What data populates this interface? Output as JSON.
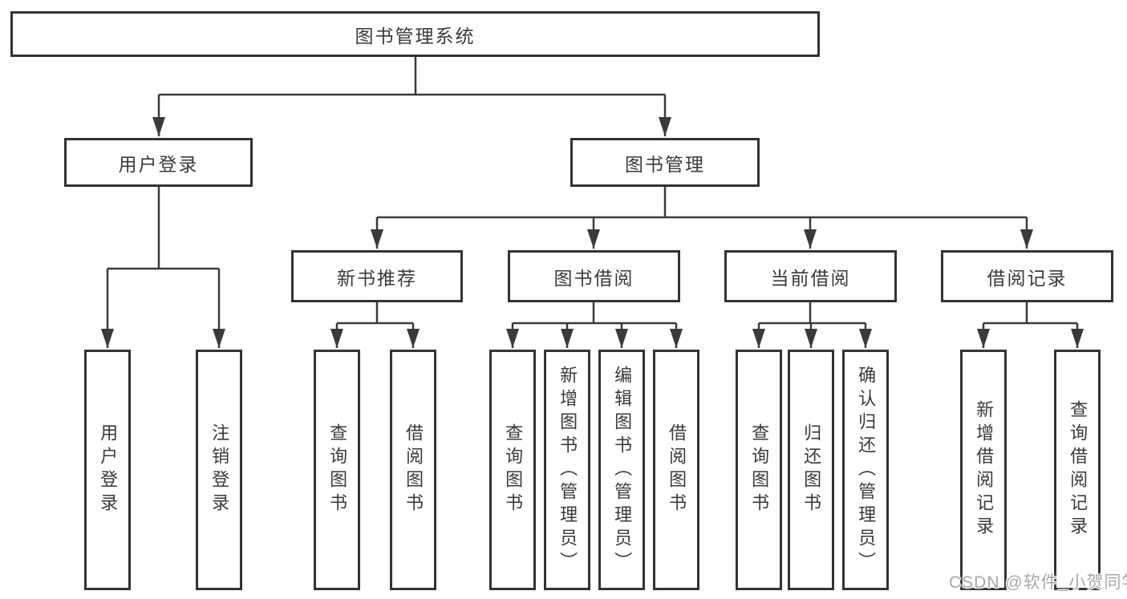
{
  "diagram": {
    "type": "tree-diagram",
    "root": {
      "label": "图书管理系统"
    },
    "children": [
      {
        "label": "用户登录",
        "children": [
          {
            "label": "用户登录"
          },
          {
            "label": "注销登录"
          }
        ]
      },
      {
        "label": "图书管理",
        "children": [
          {
            "label": "新书推荐",
            "children": [
              {
                "label": "查询图书"
              },
              {
                "label": "借阅图书"
              }
            ]
          },
          {
            "label": "图书借阅",
            "children": [
              {
                "label": "查询图书"
              },
              {
                "label": "新增图书（管理员）"
              },
              {
                "label": "编辑图书（管理员）"
              },
              {
                "label": "借阅图书"
              }
            ]
          },
          {
            "label": "当前借阅",
            "children": [
              {
                "label": "查询图书"
              },
              {
                "label": "归还图书"
              },
              {
                "label": "确认归还（管理员）"
              }
            ]
          },
          {
            "label": "借阅记录",
            "children": [
              {
                "label": "新增借阅记录"
              },
              {
                "label": "查询借阅记录"
              }
            ]
          }
        ]
      }
    ]
  },
  "colors": {
    "line": "#3a3a3a",
    "border": "#333333",
    "text": "#3a3a3a",
    "watermark": "#a8a8a8"
  },
  "watermark": "CSDN @软件_小贺同学"
}
